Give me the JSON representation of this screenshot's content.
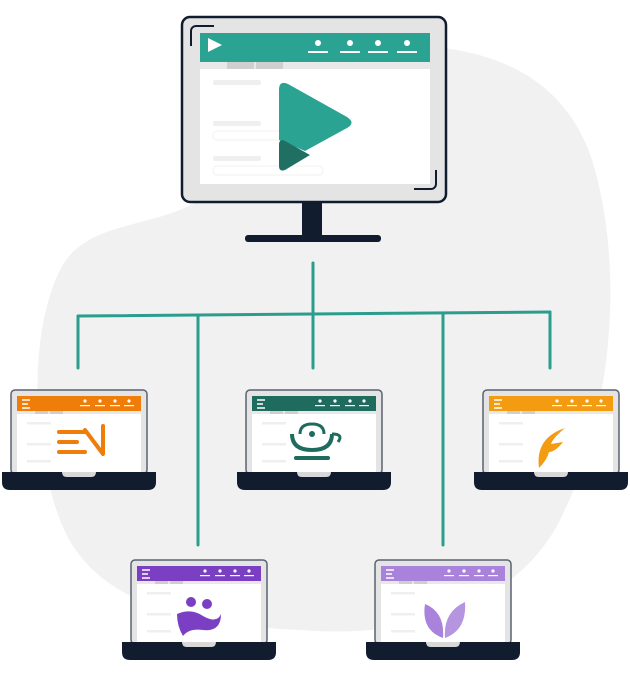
{
  "diagram": {
    "type": "hub-and-spoke network illustration",
    "hub": {
      "device": "desktop-monitor",
      "logo": "play-logo-icon",
      "accent": "#2ba393",
      "accent_dark": "#1f6f62"
    },
    "connector_color": "#2a9d8f",
    "clients": [
      {
        "device": "laptop",
        "logo": "en-logo-icon",
        "accent": "#ef7d0a"
      },
      {
        "device": "laptop",
        "logo": "coffee-cup-logo-icon",
        "accent": "#1f6b5e"
      },
      {
        "device": "laptop",
        "logo": "f-logo-icon",
        "accent": "#f39c12"
      },
      {
        "device": "laptop",
        "logo": "people-logo-icon",
        "accent": "#7b3fc4"
      },
      {
        "device": "laptop",
        "logo": "leaf-logo-icon",
        "accent": "#a982db"
      }
    ],
    "colors": {
      "frame": "#111c2e",
      "bezel": "#e4e4e4",
      "background_blob": "#f1f1f1"
    }
  }
}
